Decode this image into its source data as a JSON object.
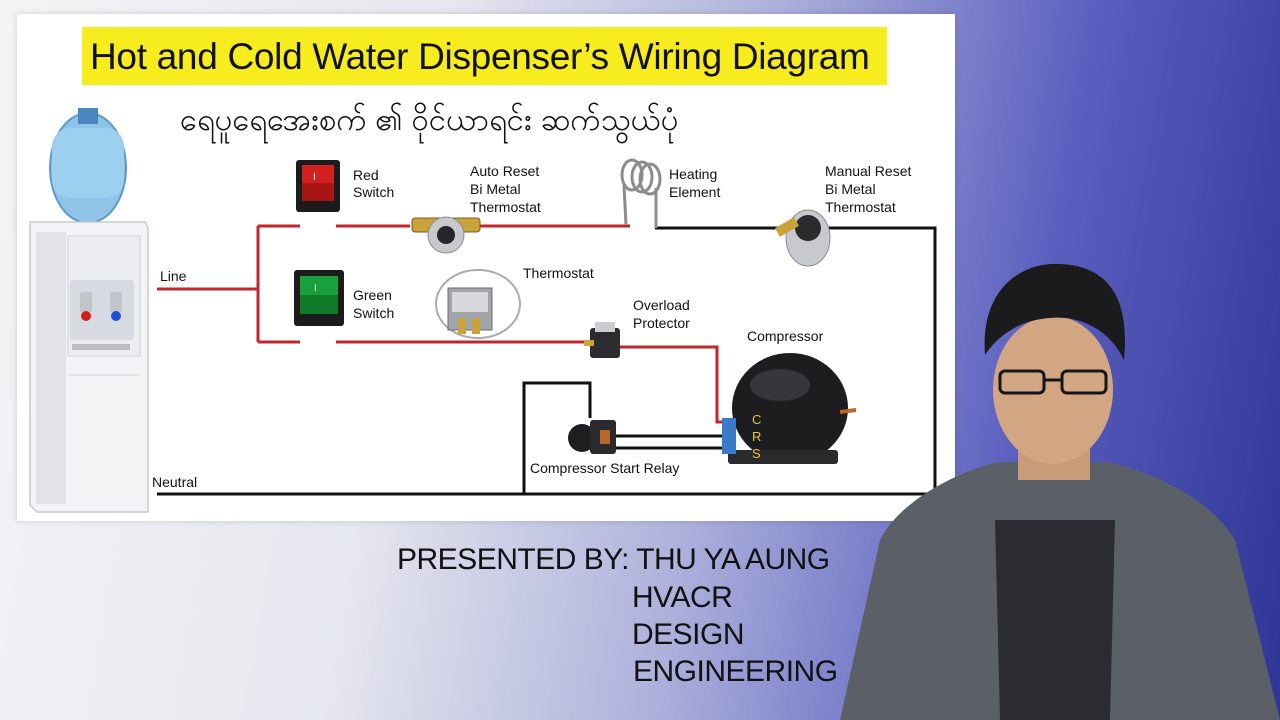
{
  "title": "Hot and Cold Water Dispenser’s Wiring Diagram",
  "subtitle": "ရေပူရေအေးစက် ၏ ဝိုင်ယာရင်း ဆက်သွယ်ပုံ",
  "labels": {
    "line": "Line",
    "neutral": "Neutral",
    "red_switch": [
      "Red",
      "Switch"
    ],
    "green_switch": [
      "Green",
      "Switch"
    ],
    "auto_reset": [
      "Auto Reset",
      "Bi Metal",
      "Thermostat"
    ],
    "heating_element": [
      "Heating",
      "Element"
    ],
    "manual_reset": [
      "Manual Reset",
      "Bi Metal",
      "Thermostat"
    ],
    "thermostat": "Thermostat",
    "overload_protector": [
      "Overload",
      "Protector"
    ],
    "compressor": "Compressor",
    "start_relay": "Compressor Start Relay",
    "compressor_terminals": [
      "C",
      "R",
      "S"
    ]
  },
  "presenter": {
    "line1": "PRESENTED BY: THU YA AUNG",
    "line2": "HVACR",
    "line3": "DESIGN",
    "line4": "ENGINEERING"
  },
  "colors": {
    "live_wire": "#c0262c",
    "neutral_wire": "#111111",
    "title_highlight": "#f7ec1d",
    "red_switch": "#d21f1f",
    "green_switch": "#19a03a"
  }
}
